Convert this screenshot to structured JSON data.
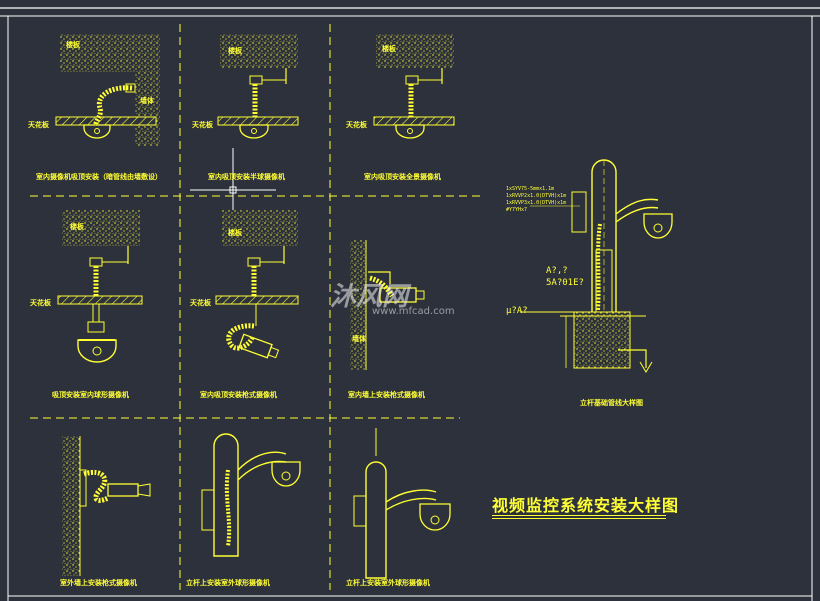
{
  "drawing": {
    "title": "视频监控系统安装大样图",
    "colors": {
      "line": "#ffff33",
      "background": "#2d313c",
      "frame": "#ffffff",
      "guide": "#ffff33"
    }
  },
  "labels": {
    "ceiling_1": "天花板",
    "ceiling_2": "天花板",
    "ceiling_3": "天花板",
    "ceiling_4": "天花板",
    "ceiling_5": "天花板",
    "floor_1": "楼板",
    "floor_2": "楼板",
    "floor_3": "楼板",
    "floor_4": "楼板",
    "floor_5": "楼板",
    "wall_1": "墙体",
    "wall_2": "墙体",
    "cap_1": "室内摄像机吸顶安装（暗管线由墙敷设）",
    "cap_2": "室内吸顶安装半球摄像机",
    "cap_3": "室内吸顶安装全景摄像机",
    "cap_4": "吸顶安装室内球形摄像机",
    "cap_5": "室内吸顶安装枪式摄像机",
    "cap_6": "室内墙上安装枪式摄像机",
    "cap_7": "立杆基础管线大样图",
    "cap_8": "室外墙上安装枪式摄像机",
    "cap_9": "立杆上安装室外球形摄像机",
    "cap_10": "立杆上安装室外球形摄像机"
  },
  "specs": {
    "line_1": "1xSYV75-5mmx1.1m",
    "line_2": "1xRVVP2x1.0(DTVH)x1m",
    "line_3": "1xRVVP3x1.0(DTVH)x1m",
    "line_4": "#Y7YHx7"
  },
  "codes": {
    "c1": "A?,?",
    "c2": "5A?01E?",
    "c3": "μ?A?"
  },
  "watermark": {
    "brand": "沐风网",
    "url": "www.mfcad.com"
  }
}
